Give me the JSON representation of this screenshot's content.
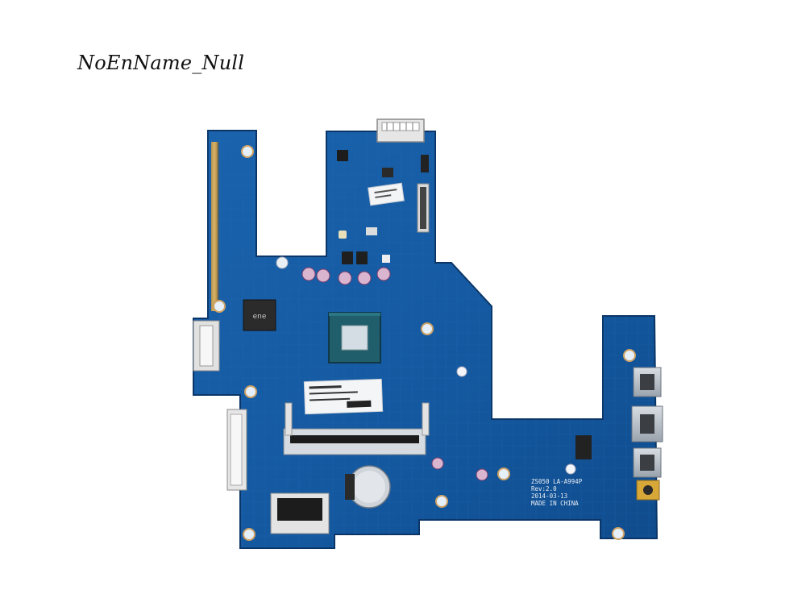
{
  "watermark": "NoEnName_Null",
  "board": {
    "model_text": "ZS050 LA-A994P",
    "revision_text": "Rev:2.0",
    "date_text": "2014-03-13",
    "origin_text": "MADE IN CHINA",
    "pcb_color": "#14589f",
    "pcb_shadow": "#0c3f78"
  }
}
